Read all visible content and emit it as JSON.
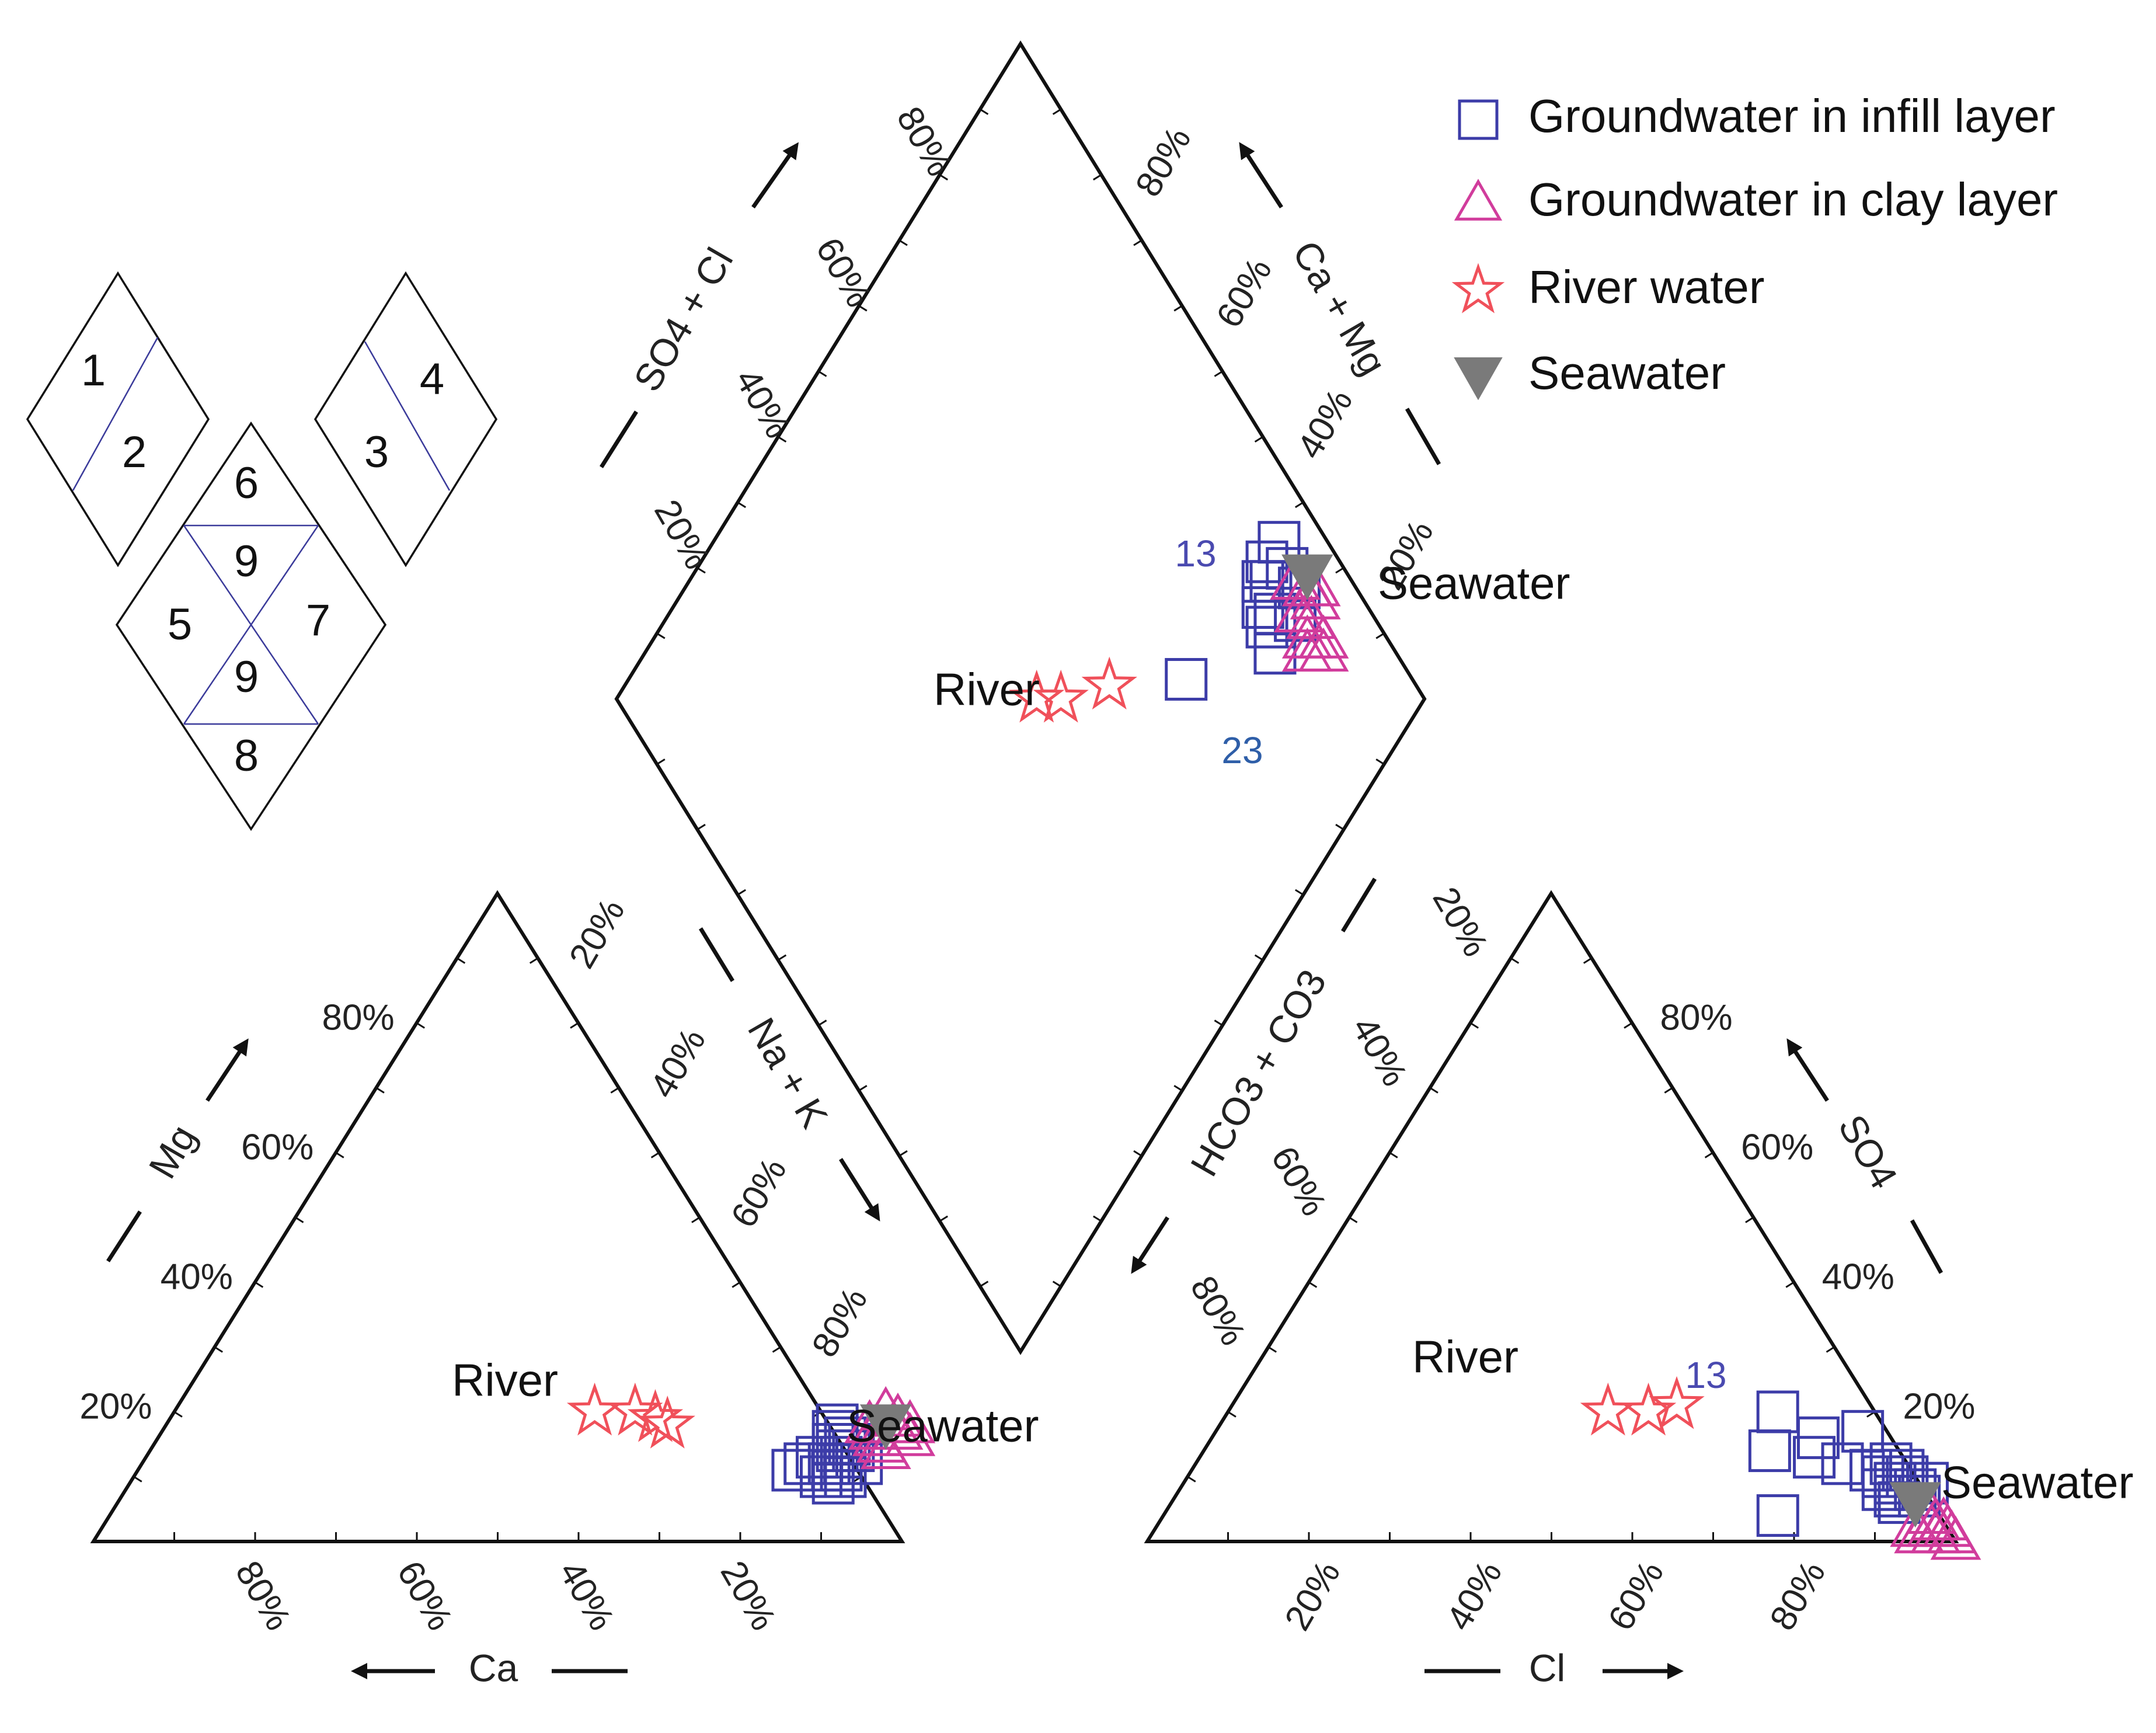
{
  "chart_data": {
    "type": "scatter",
    "diagram": "piper",
    "legend": {
      "position": "top-right",
      "entries": [
        {
          "label": "Groundwater in infill layer",
          "marker": "square",
          "color": "#3c3ca8"
        },
        {
          "label": "Groundwater in clay layer",
          "marker": "triangle",
          "color": "#d13c9c"
        },
        {
          "label": "River water",
          "marker": "star",
          "color": "#f0505a"
        },
        {
          "label": "Seawater",
          "marker": "triangle-down",
          "color": "#7a7a7a"
        }
      ]
    },
    "cation_triangle": {
      "axes": {
        "left": "Mg",
        "bottom": "Ca",
        "right": "Na + K"
      },
      "ticks": {
        "left": [
          "80%",
          "60%",
          "40%",
          "20%"
        ],
        "bottom": [
          "80%",
          "60%",
          "40%",
          "20%"
        ],
        "right": [
          "20%",
          "40%",
          "60%",
          "80%"
        ]
      },
      "series": [
        {
          "name": "Groundwater in infill layer",
          "marker": "square",
          "points": [
            [
              18,
              83
            ],
            [
              15,
              84
            ],
            [
              14,
              85
            ],
            [
              13,
              86
            ],
            [
              12,
              85
            ],
            [
              11,
              87
            ],
            [
              10,
              88
            ],
            [
              12,
              89
            ],
            [
              14,
              87
            ],
            [
              16,
              85
            ],
            [
              13,
              83
            ],
            [
              9,
              87
            ],
            [
              11,
              86
            ],
            [
              15,
              86
            ],
            [
              10,
              85
            ],
            [
              17,
              83
            ],
            [
              12,
              82
            ],
            [
              11,
              81
            ]
          ]
        },
        {
          "name": "Groundwater in clay layer",
          "marker": "triangle",
          "points": [
            [
              17,
              88
            ],
            [
              16,
              89
            ],
            [
              18,
              87
            ],
            [
              19,
              90
            ],
            [
              17,
              91
            ],
            [
              15,
              90
            ],
            [
              18,
              92
            ],
            [
              16,
              93
            ],
            [
              20,
              88
            ],
            [
              14,
              91
            ]
          ]
        },
        {
          "name": "River water",
          "marker": "star",
          "points": [
            [
              20,
              52
            ],
            [
              20,
              57
            ],
            [
              19,
              60
            ],
            [
              18,
              62
            ]
          ]
        },
        {
          "name": "Seawater",
          "marker": "triangle-down",
          "points": [
            [
              18,
              89
            ]
          ]
        }
      ],
      "annotations": [
        "River",
        "Seawater"
      ]
    },
    "anion_triangle": {
      "axes": {
        "left": "HCO3 + CO3",
        "bottom": "Cl",
        "right": "SO4"
      },
      "ticks": {
        "left": [
          "20%",
          "40%",
          "60%",
          "80%"
        ],
        "bottom": [
          "20%",
          "40%",
          "60%",
          "80%"
        ],
        "right": [
          "80%",
          "60%",
          "40%",
          "20%"
        ]
      },
      "series": [
        {
          "name": "Groundwater in infill layer",
          "marker": "square",
          "points": [
            [
              20,
              68
            ],
            [
              17,
              80
            ],
            [
              16,
              75
            ],
            [
              13,
              76
            ],
            [
              12,
              80
            ],
            [
              11,
              84
            ],
            [
              10,
              86
            ],
            [
              9,
              88
            ],
            [
              8,
              91
            ],
            [
              7,
              92
            ],
            [
              6,
              90
            ],
            [
              9,
              92
            ],
            [
              10,
              89
            ],
            [
              11,
              88
            ],
            [
              8,
              87
            ],
            [
              7,
              89
            ],
            [
              12,
              86
            ],
            [
              4,
              76
            ],
            [
              14,
              70
            ]
          ]
        },
        {
          "name": "Groundwater in clay layer",
          "marker": "triangle",
          "points": [
            [
              2,
              96
            ],
            [
              1,
              97
            ],
            [
              3,
              96
            ],
            [
              2,
              98
            ],
            [
              1,
              99
            ],
            [
              3,
              97
            ],
            [
              4,
              95
            ],
            [
              2,
              94
            ],
            [
              1,
              95
            ],
            [
              0,
              100
            ]
          ]
        },
        {
          "name": "River water",
          "marker": "star",
          "points": [
            [
              20,
              47
            ],
            [
              20,
              52
            ],
            [
              21,
              55
            ]
          ]
        },
        {
          "name": "Seawater",
          "marker": "triangle-down",
          "points": [
            [
              6,
              92
            ]
          ]
        }
      ],
      "annotations": [
        "River",
        "Seawater",
        "13"
      ]
    },
    "diamond": {
      "axes": {
        "upper_left": "SO4 + Cl",
        "upper_right": "Ca + Mg",
        "lower_left": "Na + K",
        "lower_right": "HCO3 + CO3"
      },
      "ticks": {
        "upper_left": [
          "80%",
          "60%",
          "40%",
          "20%"
        ],
        "upper_right": [
          "80%",
          "60%",
          "40%",
          "20%"
        ],
        "lower_left": [
          "20%",
          "40%",
          "60%",
          "80%"
        ],
        "lower_right": [
          "20%",
          "40%",
          "60%",
          "80%"
        ]
      },
      "series": [
        {
          "name": "Groundwater in infill layer",
          "marker": "square",
          "points": [
            [
              72,
              31
            ],
            [
              94,
              30
            ],
            [
              90,
              28
            ],
            [
              87,
              27
            ],
            [
              86,
              25
            ],
            [
              88,
              25
            ],
            [
              93,
              27
            ],
            [
              91,
              30
            ],
            [
              89,
              29
            ],
            [
              87,
              24
            ],
            [
              90,
              22
            ],
            [
              93,
              24
            ],
            [
              85,
              22
            ]
          ]
        },
        {
          "name": "Groundwater in clay layer",
          "marker": "triangle",
          "points": [
            [
              93,
              25
            ],
            [
              94,
              23
            ],
            [
              91,
              22
            ],
            [
              92,
              20
            ],
            [
              90,
              19
            ],
            [
              94,
              21
            ],
            [
              89,
              18
            ],
            [
              92,
              17
            ],
            [
              95,
              22
            ],
            [
              91,
              16
            ]
          ]
        },
        {
          "name": "River water",
          "marker": "star",
          "points": [
            [
              62,
              40
            ],
            [
              55,
              45
            ],
            [
              52,
              48
            ]
          ]
        },
        {
          "name": "Seawater",
          "marker": "triangle-down",
          "points": [
            [
              95,
              24
            ]
          ]
        }
      ],
      "annotations": [
        "River",
        "Seawater",
        "13",
        "23"
      ]
    }
  },
  "annotations": {
    "river": "River",
    "seawater": "Seawater",
    "sample_13": "13",
    "sample_23": "23"
  },
  "axis_labels": {
    "ca": "Ca",
    "mg": "Mg",
    "cl": "Cl",
    "nak": "Na + K",
    "so4_cl": "SO4 + Cl",
    "ca_mg": "Ca + Mg",
    "hco3": "HCO3 + CO3",
    "so4": "SO4"
  },
  "inset": {
    "zones": [
      "1",
      "2",
      "3",
      "4",
      "5",
      "6",
      "7",
      "8",
      "9",
      "9"
    ]
  }
}
